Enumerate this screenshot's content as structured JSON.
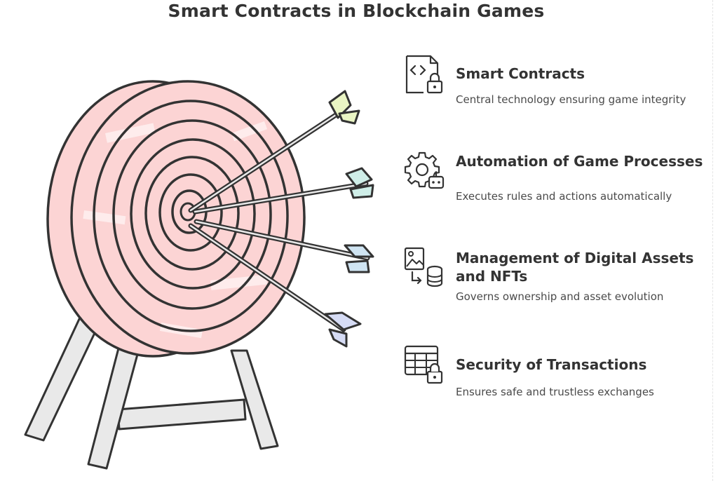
{
  "title": "Smart Contracts in Blockchain Games",
  "colors": {
    "target_fill": "#fcd4d4",
    "target_stroke": "#333333",
    "stand_fill": "#e9e9e9",
    "fletching": [
      "#eaf5c4",
      "#cfeee8",
      "#cfe4f2",
      "#d6dcf5"
    ]
  },
  "items": [
    {
      "icon": "code-file-lock-icon",
      "heading": "Smart Contracts",
      "desc": "Central technology ensuring game integrity"
    },
    {
      "icon": "gear-robot-icon",
      "heading": "Automation of Game Processes",
      "desc": "Executes rules and actions automatically"
    },
    {
      "icon": "image-database-icon",
      "heading": "Management of Digital Assets and NFTs",
      "desc": "Governs ownership and asset evolution"
    },
    {
      "icon": "table-lock-icon",
      "heading": "Security of Transactions",
      "desc": "Ensures safe and trustless exchanges"
    }
  ]
}
